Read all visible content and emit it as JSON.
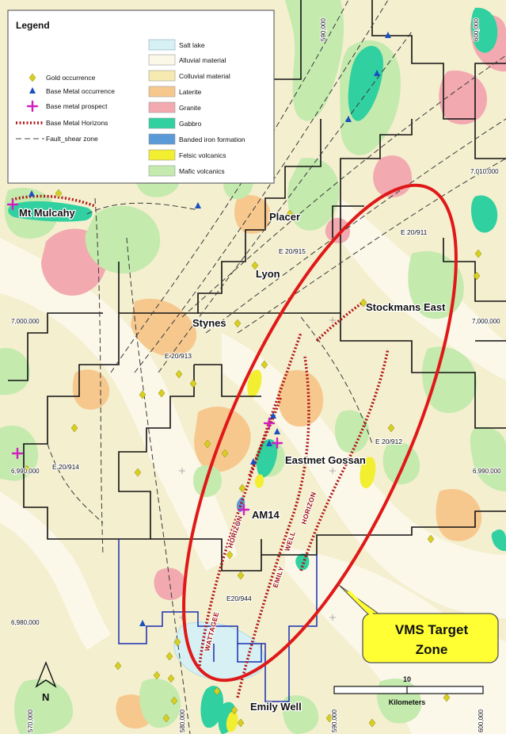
{
  "legend": {
    "title": "Legend",
    "symbols": [
      {
        "label": "Gold occurrence",
        "icon": "diamond-icon",
        "color": "#d8d020"
      },
      {
        "label": "Base Metal occurrence",
        "icon": "triangle-icon",
        "color": "#1a50c0"
      },
      {
        "label": "Base metal prospect",
        "icon": "plus-icon",
        "color": "#d020c0"
      },
      {
        "label": "Base Metal Horizons",
        "icon": "dotted-line-icon",
        "color": "#b01515"
      },
      {
        "label": "Fault_shear zone",
        "icon": "dashed-line-icon",
        "color": "#444444"
      }
    ],
    "units": [
      {
        "label": "Salt lake",
        "color": "#d6f0f4"
      },
      {
        "label": "Alluvial material",
        "color": "#fbf8e8"
      },
      {
        "label": "Colluvial material",
        "color": "#f6eab0"
      },
      {
        "label": "Laterite",
        "color": "#f6c88e"
      },
      {
        "label": "Granite",
        "color": "#f2aab0"
      },
      {
        "label": "Gabbro",
        "color": "#30d0a0"
      },
      {
        "label": "Banded iron formation",
        "color": "#5a9ad8"
      },
      {
        "label": "Felsic volcanics",
        "color": "#f2ee30"
      },
      {
        "label": "Mafic volcanics",
        "color": "#c4eaae"
      }
    ]
  },
  "places": {
    "mt_mulcahy": "Mt Mulcahy",
    "placer": "Placer",
    "lyon": "Lyon",
    "stynes": "Stynes",
    "stockmans_east": "Stockmans East",
    "eastmet_gossan": "Eastmet Gossan",
    "am14": "AM14",
    "emily_well": "Emily Well"
  },
  "tenements": {
    "e20_915": "E 20/915",
    "e20_911": "E 20/911",
    "e20_913": "E 20/913",
    "e20_912": "E 20/912",
    "e20_914": "E 20/914",
    "e20_944": "E20/944"
  },
  "horizons": {
    "wattagee": "WATTAGEE",
    "horizon_left": "HORIZON",
    "emily": "EMILY",
    "well": "WELL",
    "horizon_right": "HORIZON"
  },
  "grid": {
    "n_7010": "7,010,000",
    "n_7000_left": "7,000,000",
    "n_7000_right": "7,000,000",
    "n_6990_left": "6,990,000",
    "n_6990_right": "6,990,000",
    "n_6980": "6,980,000",
    "e_590_top": "590,000",
    "e_600_top": "600,000",
    "e_570_bottom": "570,000",
    "e_580_bottom": "580,000",
    "e_590_bottom": "590,000",
    "e_600_bottom": "600,000"
  },
  "callout": {
    "line1": "VMS Target",
    "line2": "Zone",
    "fill": "#ffff33"
  },
  "target_zone_color": "#e01818",
  "north_arrow": {
    "label": "N"
  },
  "scale_bar": {
    "value": "10",
    "unit": "Kilometers"
  }
}
